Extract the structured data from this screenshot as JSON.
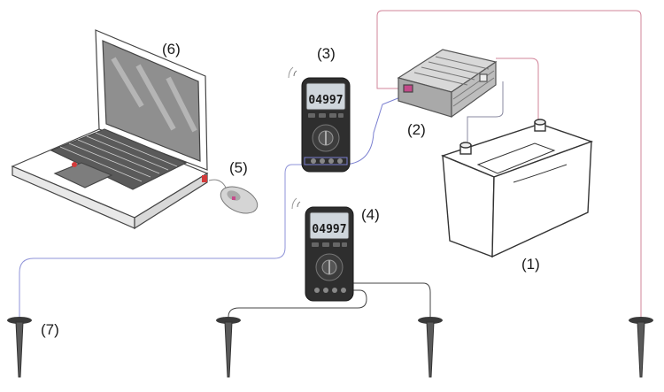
{
  "labels": {
    "battery": "(1)",
    "inverter": "(2)",
    "multimeter_top": "(3)",
    "multimeter_bottom": "(4)",
    "mouse": "(5)",
    "laptop": "(6)",
    "electrode": "(7)"
  },
  "multimeter_top": {
    "reading": "04997"
  },
  "multimeter_bottom": {
    "reading": "04997"
  },
  "colors": {
    "line": "#555555",
    "red_wire": "#d2849a",
    "blue_wire": "#7a7fd0",
    "meter_body": "#2b2b2b",
    "screen": "#cfd6dc"
  }
}
